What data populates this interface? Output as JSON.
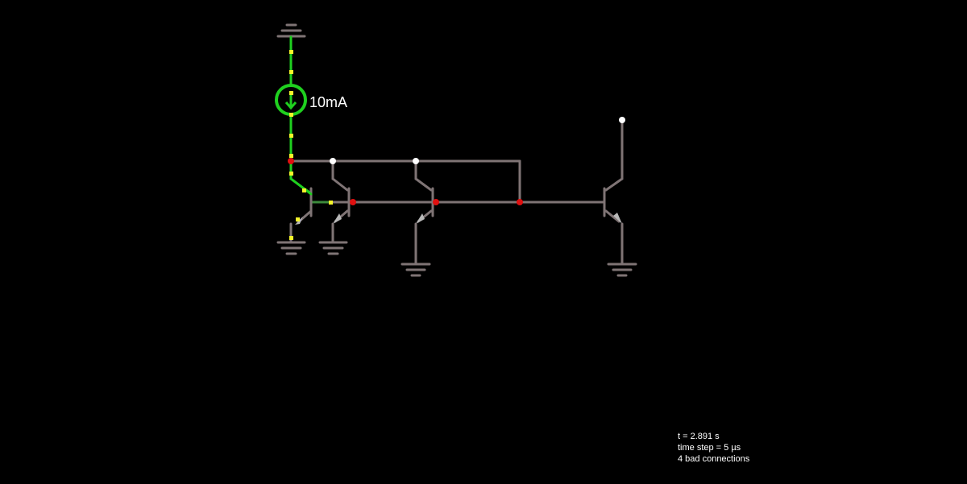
{
  "circuit": {
    "current_source": {
      "label": "10mA",
      "icon": "down-arrow-icon"
    },
    "colors": {
      "wire": "#7f7475",
      "live_wire": "#1fd01f",
      "current_dot": "#f5f52a",
      "node": "#e01010",
      "terminal": "#ffffff"
    }
  },
  "status": {
    "time": "t = 2.891 s",
    "time_step": "time step = 5 µs",
    "bad_connections": "4 bad connections"
  }
}
